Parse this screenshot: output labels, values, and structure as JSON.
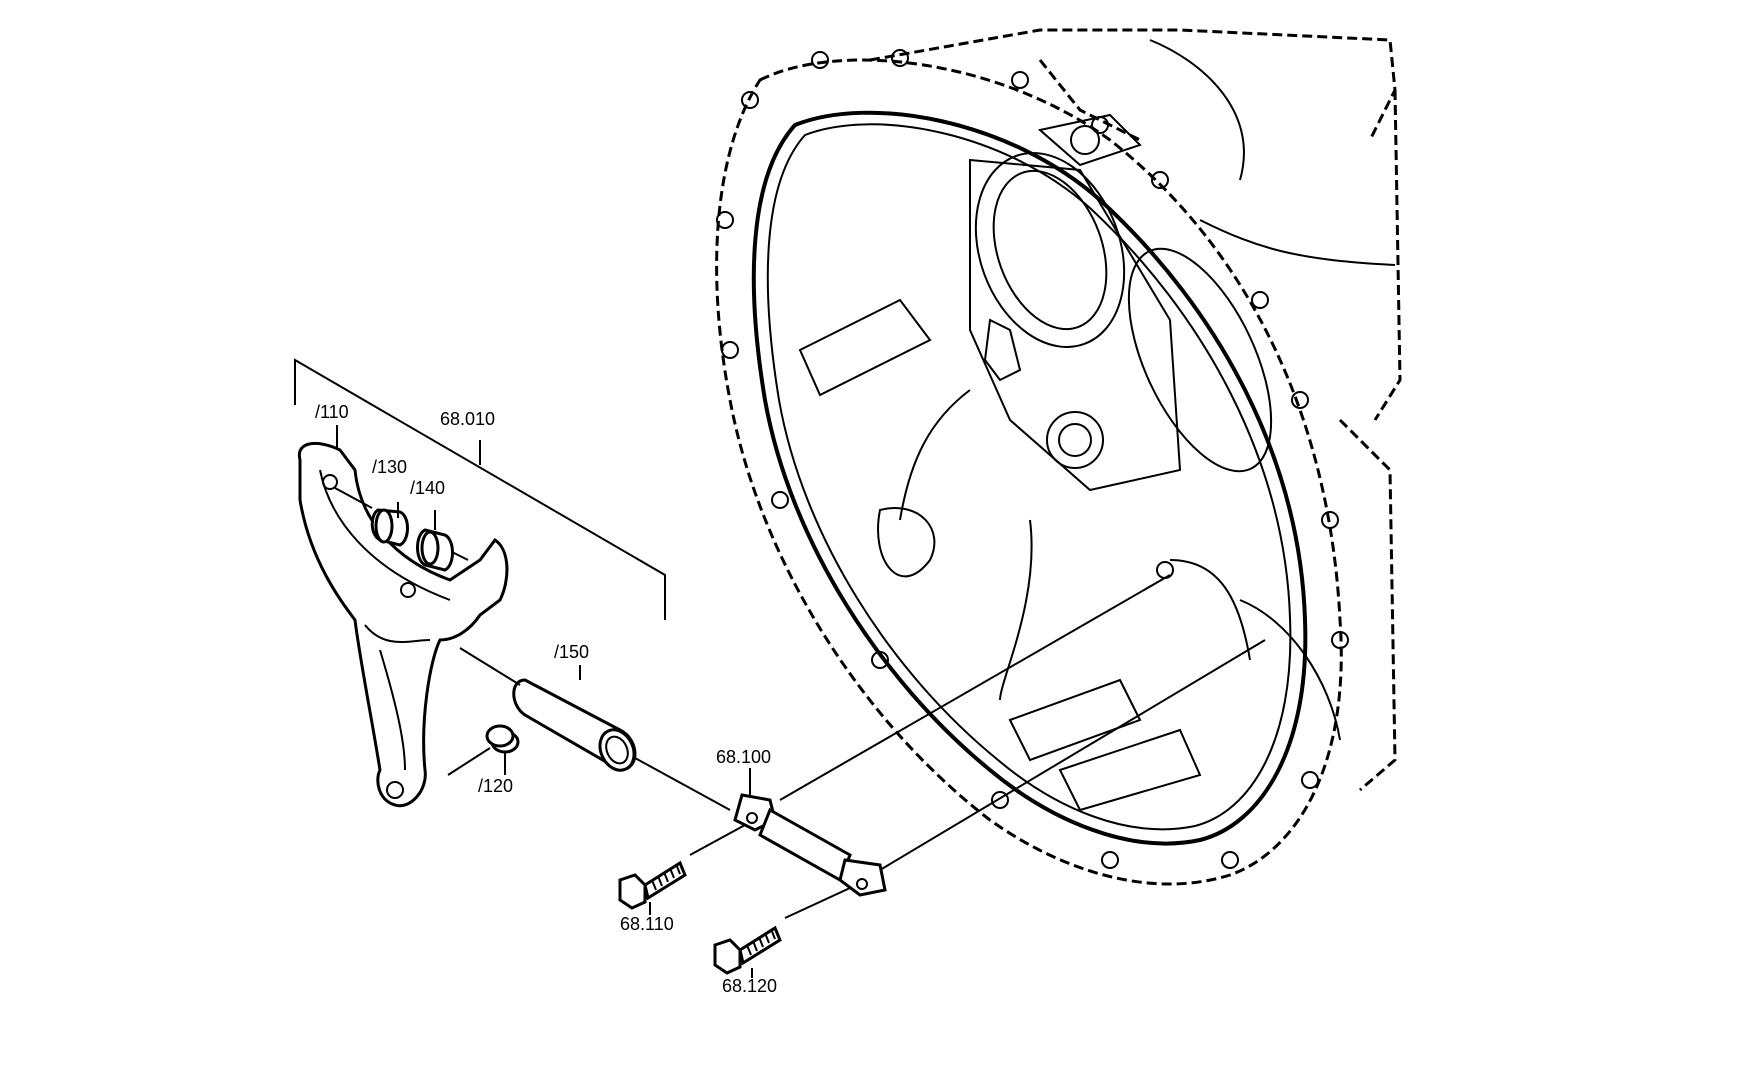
{
  "labels": {
    "assembly": "68.010",
    "p110": "/110",
    "p130": "/130",
    "p140": "/140",
    "p150": "/150",
    "p120": "/120",
    "shaft": "68.100",
    "bolt1": "68.110",
    "bolt2": "68.120"
  }
}
